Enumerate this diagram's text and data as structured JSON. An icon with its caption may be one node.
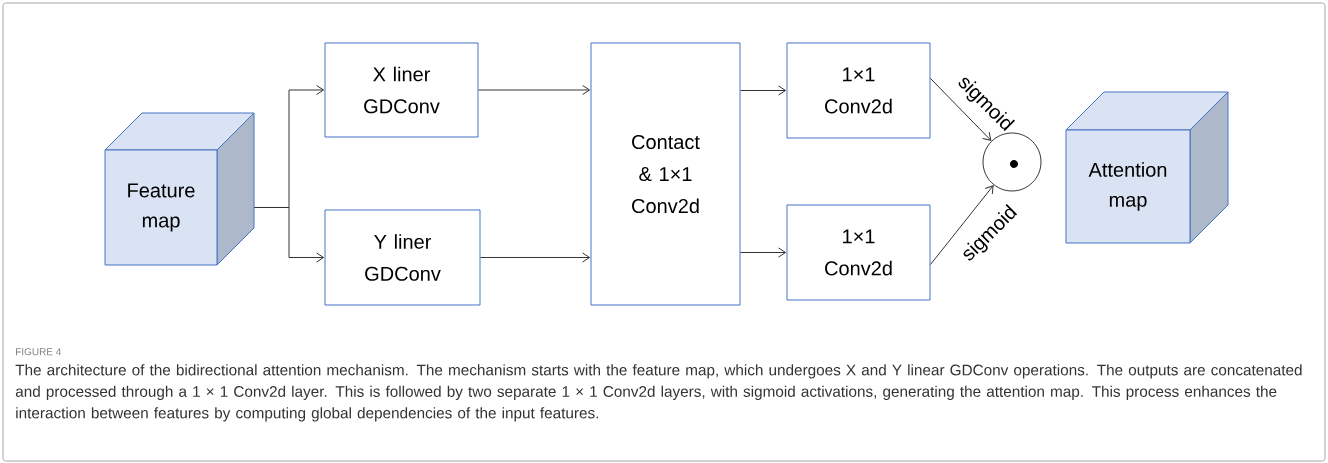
{
  "diagram": {
    "title": "FIGURE 4",
    "caption": "The architecture of the bidirectional attention mechanism. The mechanism starts with the feature map, which undergoes X and Y linear GDConv operations. The outputs are concatenated and processed through a 1 × 1 Conv2d layer. This is followed by two separate 1 × 1 Conv2d layers, with sigmoid activations, generating the attention map. This process enhances the interaction between features by computing global dependencies of the input features.",
    "nodes": [
      {
        "text": [
          "Feature map"
        ]
      },
      {
        "text": [
          "X liner GDConv"
        ]
      },
      {
        "text": [
          "Y liner GDConv"
        ]
      },
      {
        "text": [
          "Contact & 1×1 Conv2d"
        ]
      },
      {
        "text": [
          "1×1 Conv2d"
        ]
      },
      {
        "text": [
          "1×1 Conv2d"
        ]
      },
      {
        "text": [],
        "shape": "circle"
      },
      {
        "text": [
          "Attention map"
        ]
      }
    ],
    "edges": [
      {
        "from": 0,
        "to": 1,
        "arrow": "to"
      },
      {
        "from": 0,
        "to": 2,
        "arrow": "to"
      },
      {
        "from": 1,
        "to": 3,
        "arrow": "to"
      },
      {
        "from": 2,
        "to": 3,
        "arrow": "to"
      },
      {
        "from": 3,
        "to": 4,
        "arrow": "to"
      },
      {
        "from": 3,
        "to": 5,
        "arrow": "to"
      },
      {
        "from": 4,
        "to": 6,
        "arrow": "to",
        "label": "sigmoid"
      },
      {
        "from": 5,
        "to": 6,
        "arrow": "to",
        "label": "sigmoid"
      }
    ]
  }
}
